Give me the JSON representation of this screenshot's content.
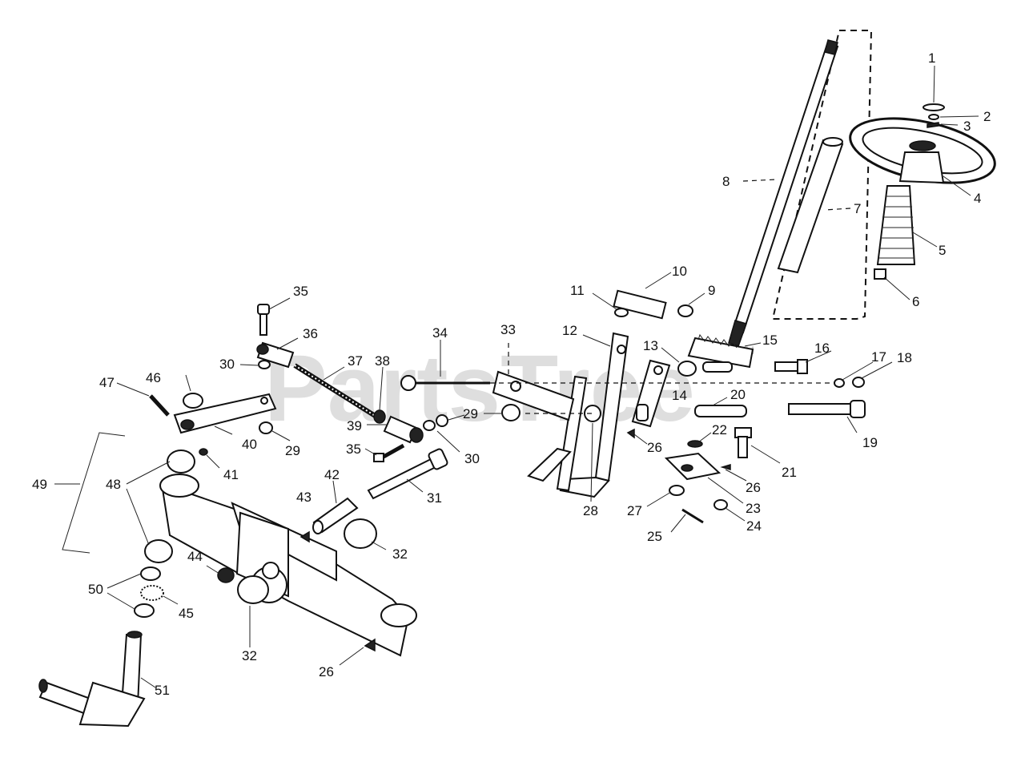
{
  "watermark": {
    "text": "PartsTree",
    "trademark": "TM"
  },
  "labels": [
    "1",
    "2",
    "3",
    "4",
    "5",
    "6",
    "7",
    "8",
    "9",
    "10",
    "11",
    "12",
    "13",
    "14",
    "15",
    "16",
    "17",
    "18",
    "19",
    "20",
    "21",
    "22",
    "23",
    "24",
    "25",
    "26",
    "27",
    "28",
    "29",
    "30",
    "31",
    "32",
    "33",
    "34",
    "35",
    "36",
    "37",
    "38",
    "39",
    "40",
    "41",
    "42",
    "43",
    "44",
    "45",
    "46",
    "47",
    "48",
    "49",
    "50",
    "51"
  ]
}
